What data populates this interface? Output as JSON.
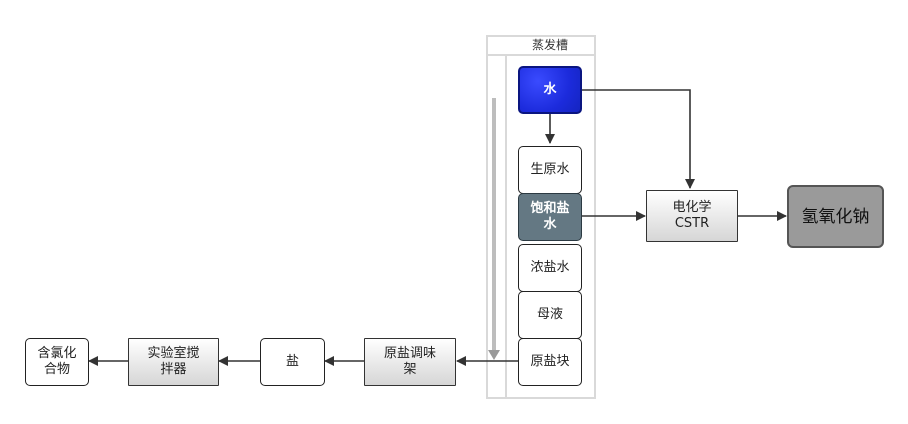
{
  "swimlane": {
    "title": "蒸发槽"
  },
  "nodes": {
    "water": "水",
    "raw_water": "生原水",
    "brine_sat_l1": "饱和盐",
    "brine_sat_l2": "水",
    "brine_conc": "浓盐水",
    "mother_liquor": "母液",
    "raw_salt_block": "原盐块",
    "cstr_l1": "电化学",
    "cstr_l2": "CSTR",
    "naoh": "氢氧化钠",
    "seasoning_l1": "原盐调味",
    "seasoning_l2": "架",
    "salt": "盐",
    "stirrer_l1": "实验室搅",
    "stirrer_l2": "拌器",
    "chloride_l1": "含氯化",
    "chloride_l2": "合物"
  },
  "colors": {
    "water_fill": "#1c2bdc",
    "brine_fill": "#647883",
    "naoh_fill": "#9a9a9a",
    "edge": "#333333"
  }
}
